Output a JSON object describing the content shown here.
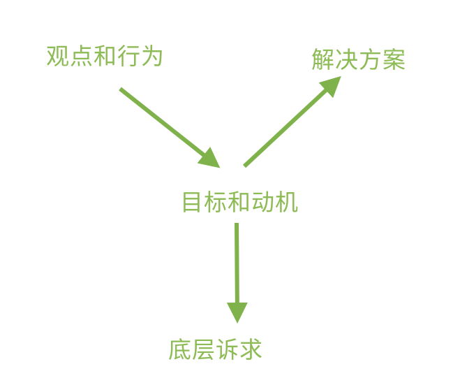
{
  "colors": {
    "accent": "#7fb24a",
    "text": "#8dbb55",
    "background": "#ffffff"
  },
  "nodes": {
    "views": "观点和行为",
    "solutions": "解决方案",
    "goals": "目标和动机",
    "needs": "底层诉求"
  },
  "edges": [
    {
      "from": "views",
      "to": "goals"
    },
    {
      "from": "goals",
      "to": "solutions"
    },
    {
      "from": "goals",
      "to": "needs"
    }
  ]
}
